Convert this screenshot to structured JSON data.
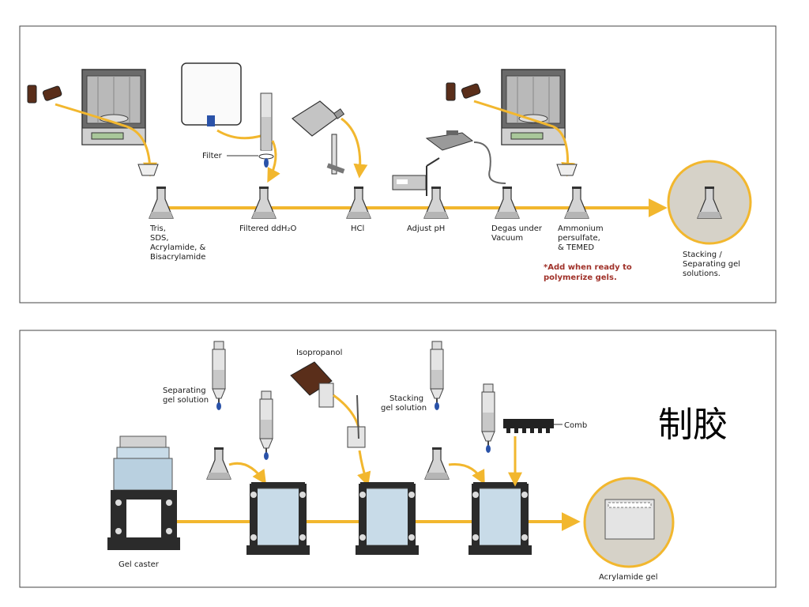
{
  "panel1": {
    "labels": {
      "step1": [
        "Tris,",
        "SDS,",
        "Acrylamide, &",
        "Bisacrylamide"
      ],
      "step2": "Filtered ddH₂O",
      "step3": "HCl",
      "step4": "Adjust pH",
      "step5": [
        "Degas under",
        "Vacuum"
      ],
      "step6": [
        "Ammonium",
        "persulfate,",
        "& TEMED"
      ],
      "note": [
        "*Add when ready to",
        "polymerize gels."
      ],
      "final": [
        "Stacking /",
        "Separating gel",
        "solutions."
      ],
      "filter": "Filter"
    }
  },
  "panel2": {
    "labels": {
      "caster": "Gel caster",
      "separating": [
        "Separating",
        "gel solution"
      ],
      "isopropanol": "Isopropanol",
      "stacking": [
        "Stacking",
        "gel solution"
      ],
      "comb": "Comb",
      "final": "Acrylamide gel"
    },
    "title": "制胶"
  },
  "colors": {
    "flow": "#f2b72e",
    "glass": "#c9c9c9",
    "dark": "#2b2b2b",
    "gel": "#c8dbe8",
    "note": "#a0322a",
    "circle": "#d6d2c8"
  }
}
